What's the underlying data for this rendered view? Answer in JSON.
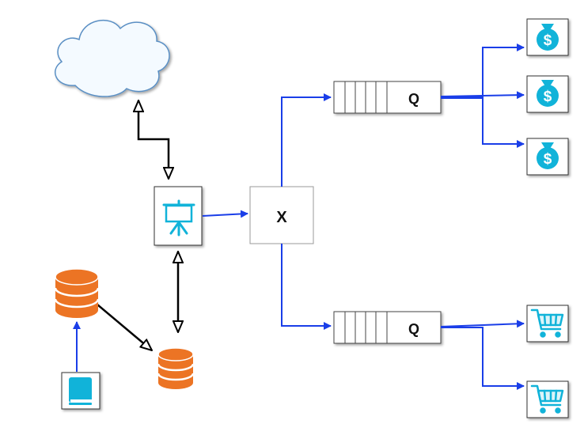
{
  "diagram": {
    "exchange": {
      "label": "X"
    },
    "queues": [
      {
        "label": "Q"
      },
      {
        "label": "Q"
      }
    ],
    "colors": {
      "arrow": "#1a3ee8",
      "connector": "#000000",
      "icon": "#11b3d9",
      "database": "#ec7424",
      "cloud_fill": "#f4faff",
      "cloud_stroke": "#5a8fc4"
    },
    "icons": {
      "cloud": "cloud-icon",
      "presentation": "presentation-board-icon",
      "money": "money-bag-icon",
      "cart": "shopping-cart-icon",
      "book": "book-icon",
      "database": "database-icon"
    }
  }
}
